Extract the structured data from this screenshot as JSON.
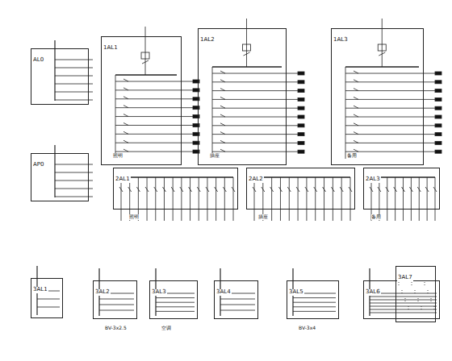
{
  "diagram": {
    "nodes": [
      {
        "text": [
          "AL0"
        ]
      },
      {
        "text": [
          "1AL1"
        ]
      },
      {
        "text": [
          "1AL2"
        ]
      },
      {
        "text": [
          "1AL3"
        ]
      },
      {
        "text": [
          "AP0"
        ]
      },
      {
        "text": [
          "2AL1"
        ]
      },
      {
        "text": [
          "2AL2"
        ]
      },
      {
        "text": [
          "2AL3"
        ]
      },
      {
        "text": [
          "3AL1"
        ]
      },
      {
        "text": [
          "3AL2"
        ]
      },
      {
        "text": [
          "3AL3"
        ]
      },
      {
        "text": [
          "3AL4"
        ]
      },
      {
        "text": [
          "3AL5"
        ]
      },
      {
        "text": [
          "3AL6"
        ]
      },
      {
        "text": [
          "3AL7"
        ]
      }
    ],
    "labels": [
      "照明",
      "插座",
      "备用",
      "照明",
      "插座",
      "备用",
      "空调",
      "BV-3x2.5",
      "BV-3x4"
    ]
  }
}
